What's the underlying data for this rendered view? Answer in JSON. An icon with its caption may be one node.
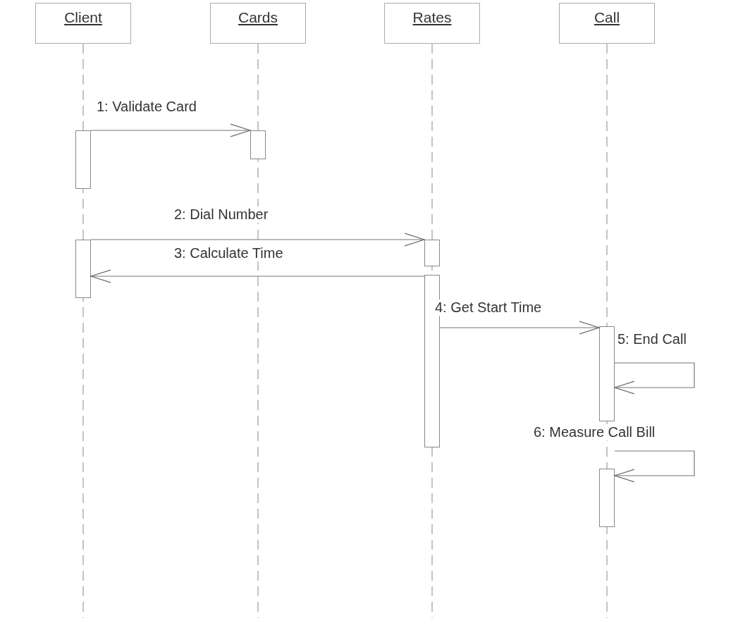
{
  "diagram": {
    "nodes": [
      {
        "text": [
          "Client"
        ]
      },
      {
        "text": [
          "Cards"
        ]
      },
      {
        "text": [
          "Rates"
        ]
      },
      {
        "text": [
          "Call"
        ]
      },
      {
        "text": [],
        "shape": "bar"
      },
      {
        "text": [],
        "shape": "bar"
      },
      {
        "text": [],
        "shape": "bar"
      },
      {
        "text": [],
        "shape": "bar"
      },
      {
        "text": [],
        "shape": "bar"
      },
      {
        "text": [],
        "shape": "bar"
      },
      {
        "text": [],
        "shape": "bar"
      }
    ],
    "edges": [
      {
        "from": 4,
        "to": 5,
        "arrow": "to",
        "label": "1: Validate Card"
      },
      {
        "from": 6,
        "to": 7,
        "arrow": "to",
        "label": "2: Dial Number"
      },
      {
        "from": 8,
        "to": 6,
        "arrow": "to",
        "label": "3: Calculate Time"
      },
      {
        "from": 8,
        "to": 9,
        "arrow": "to",
        "label": "4: Get Start Time"
      },
      {
        "from": 9,
        "to": 9,
        "arrow": "to",
        "label": "5: End Call"
      },
      {
        "from": 10,
        "to": 10,
        "arrow": "to",
        "label": "6: Measure Call Bill"
      }
    ]
  }
}
